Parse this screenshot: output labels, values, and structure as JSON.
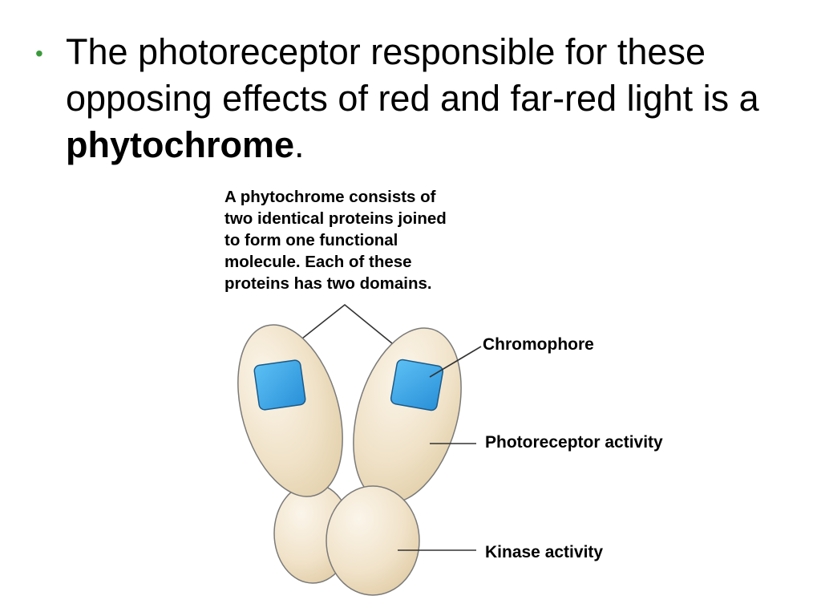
{
  "slide": {
    "bullet_symbol": "•",
    "bullet_color": "#3a9a3a",
    "bullet_text_before": "The photoreceptor responsible for these opposing effects of red and far-red light is a ",
    "bullet_text_bold": "phytochrome",
    "bullet_text_after": "."
  },
  "diagram": {
    "caption": "A phytochrome consists of\ntwo identical proteins joined\nto form one functional\nmolecule. Each of these\nproteins has two domains.",
    "labels": {
      "chromophore": "Chromophore",
      "photoreceptor_activity": "Photoreceptor activity",
      "kinase_activity": "Kinase activity"
    },
    "colors": {
      "protein_fill": "#f0e2c8",
      "protein_stroke": "#6e6e6e",
      "chromophore_fill": "#3aa6e8",
      "chromophore_stroke": "#1a5a8a"
    }
  }
}
